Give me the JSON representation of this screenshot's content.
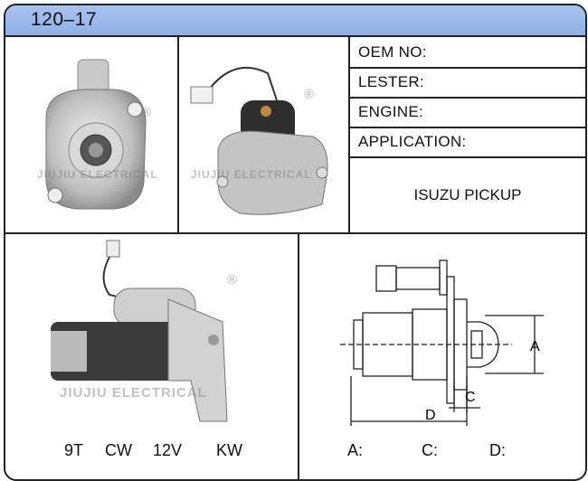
{
  "header": {
    "code": "120–17"
  },
  "info": {
    "oem_label": "OEM NO:",
    "lester_label": "LESTER:",
    "engine_label": "ENGINE:",
    "application_label": "APPLICATION:",
    "application_value": "ISUZU PICKUP"
  },
  "specs": {
    "teeth": "9T",
    "rotation": "CW",
    "voltage": "12V",
    "power": "KW"
  },
  "diagram": {
    "labels": {
      "a": "A",
      "c": "C",
      "d": "D"
    },
    "dim_values": {
      "a": "A:",
      "c": "C:",
      "d": "D:"
    }
  },
  "watermark": {
    "text": "JIUJIU ELECTRICAL",
    "mark": "®"
  },
  "colors": {
    "header_bg": "#9ab8ea",
    "border": "#222222"
  }
}
